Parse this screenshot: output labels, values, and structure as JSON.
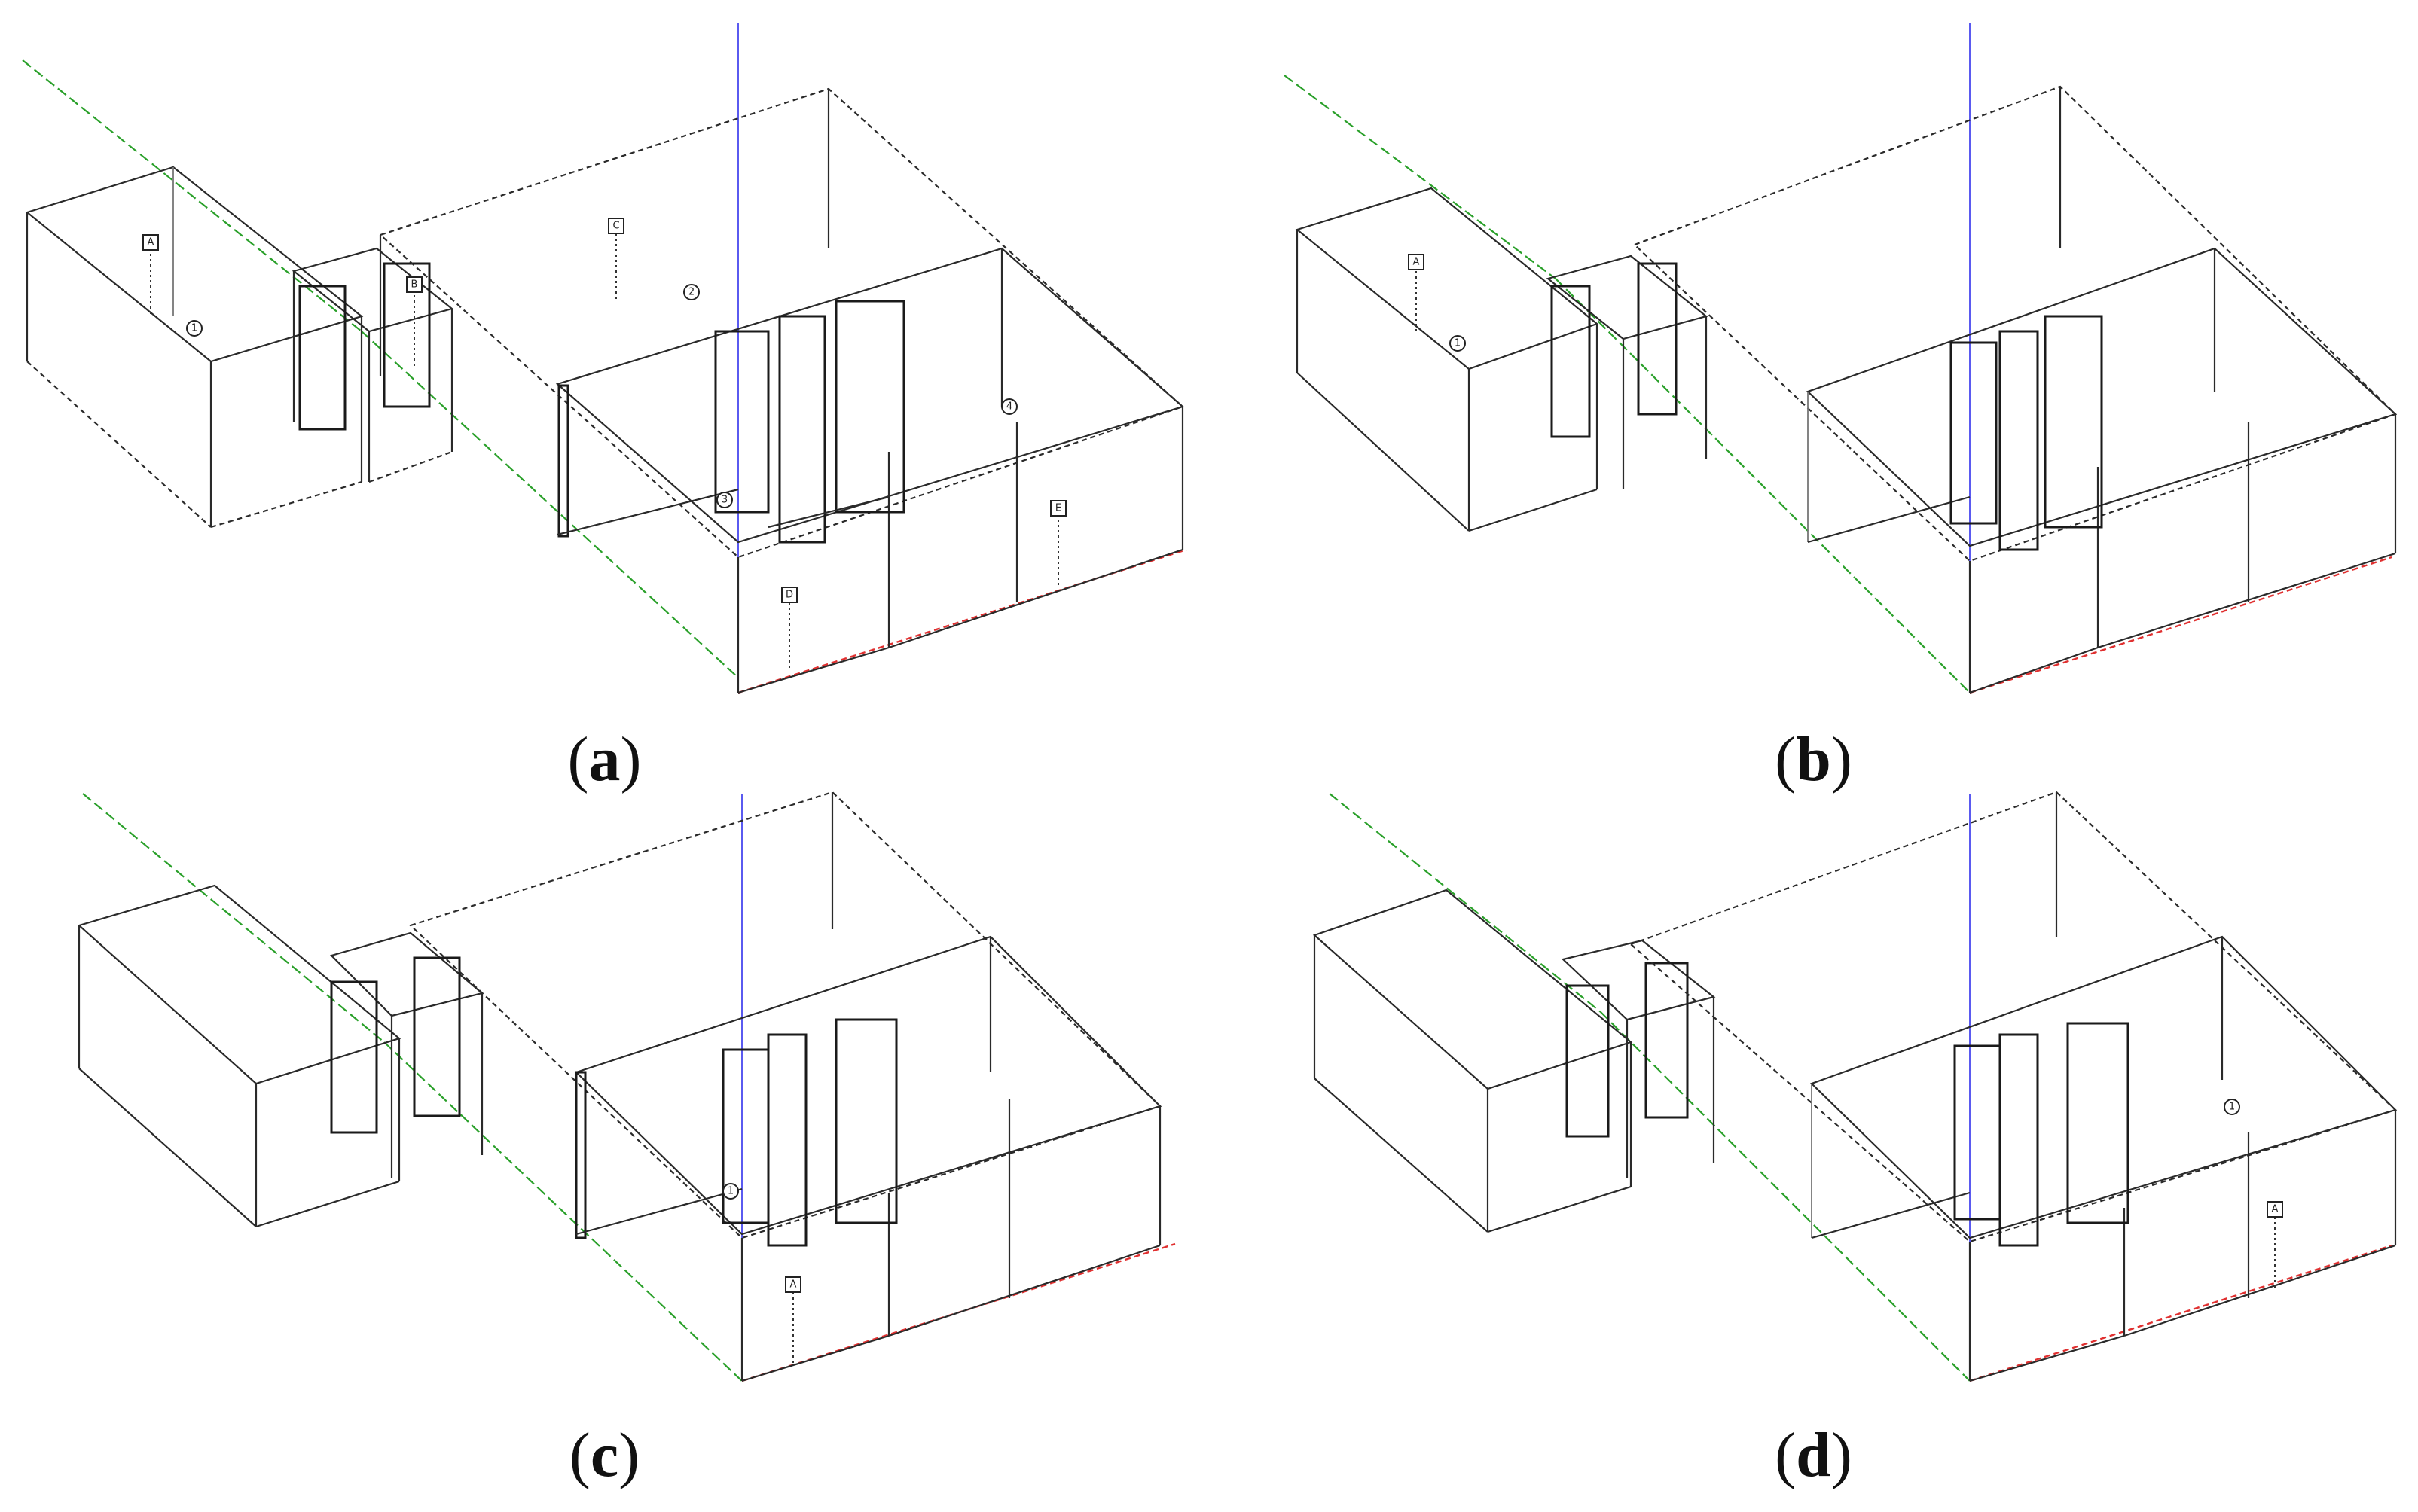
{
  "figure": {
    "panels": [
      {
        "id": "a",
        "caption": "a",
        "tags": [
          "A",
          "B",
          "C",
          "D",
          "E"
        ],
        "markers": [
          "1",
          "2",
          "3",
          "4"
        ]
      },
      {
        "id": "b",
        "caption": "b",
        "tags": [
          "A"
        ],
        "markers": [
          "1"
        ]
      },
      {
        "id": "c",
        "caption": "c",
        "tags": [
          "A"
        ],
        "markers": [
          "1"
        ]
      },
      {
        "id": "d",
        "caption": "d",
        "tags": [
          "A"
        ],
        "markers": [
          "1"
        ]
      }
    ]
  },
  "colors": {
    "axis_x": "#e03030",
    "axis_y": "#2aa02a",
    "axis_z": "#5a5af0",
    "line": "#2a2a2a"
  }
}
